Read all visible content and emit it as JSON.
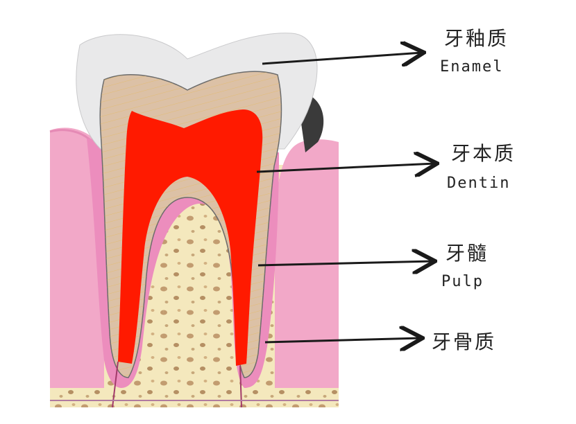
{
  "labels": [
    {
      "id": "enamel",
      "chinese": "牙釉质",
      "english": "Enamel"
    },
    {
      "id": "dentin",
      "chinese": "牙本质",
      "english": "Dentin"
    },
    {
      "id": "pulp",
      "chinese": "牙髓",
      "english": "Pulp"
    },
    {
      "id": "cementum",
      "chinese": "牙骨质",
      "english": ""
    }
  ],
  "colors": {
    "enamel": "#e9e9ea",
    "dentin": "#dcc1a6",
    "pulp": "#ff1a00",
    "gum": "#f2a8c8",
    "bone": "#f4e8bd",
    "arrow": "#1a1a1a"
  }
}
